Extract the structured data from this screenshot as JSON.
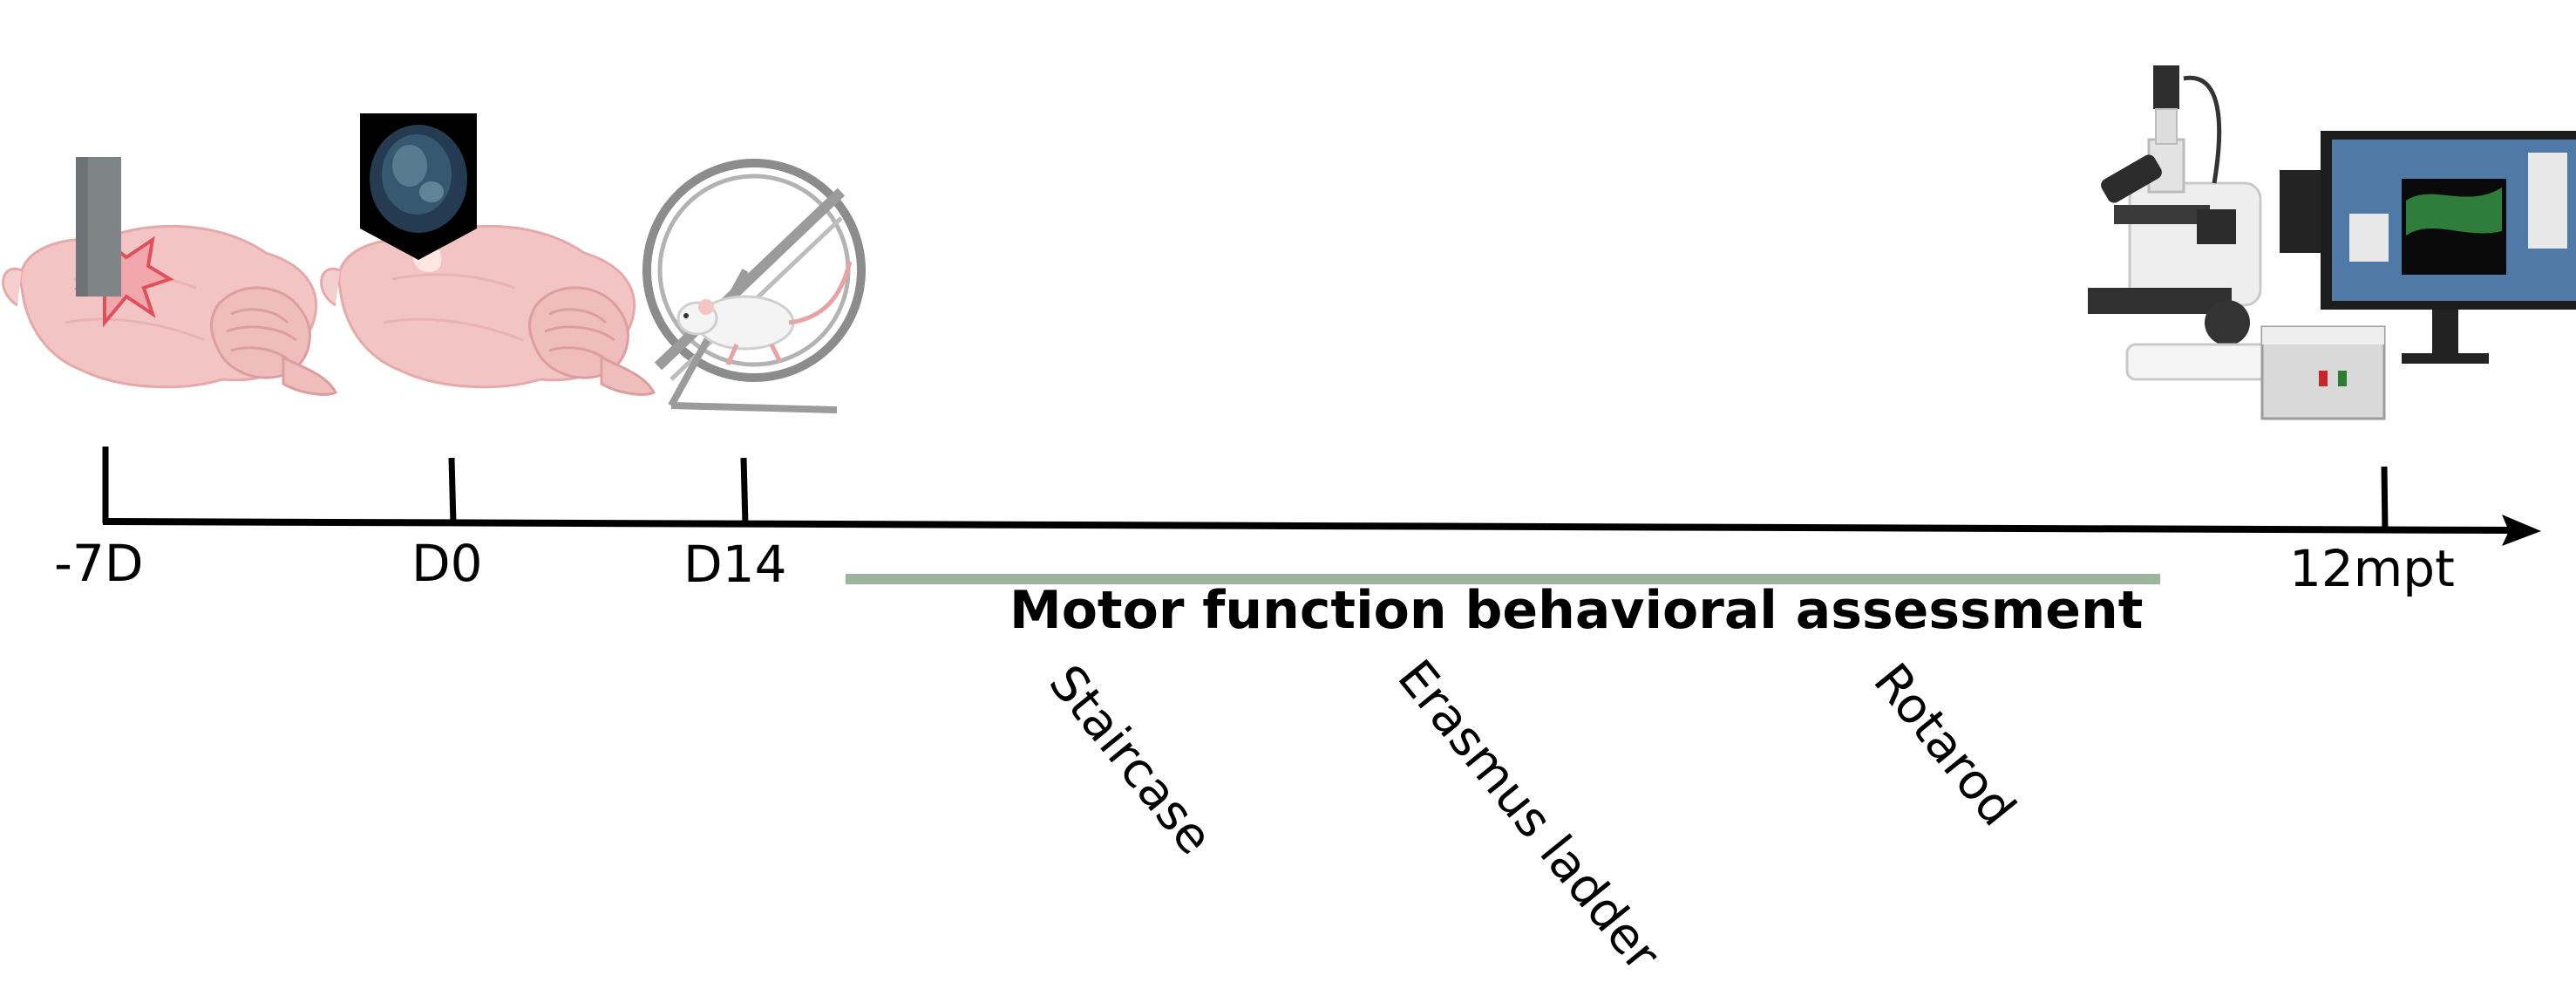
{
  "timeline": {
    "ticks": [
      {
        "id": "tick-minus7d",
        "label": "-7D",
        "icon": "brain-lesion-icon"
      },
      {
        "id": "tick-d0",
        "label": "D0",
        "icon": "brain-mri-icon"
      },
      {
        "id": "tick-d14",
        "label": "D14",
        "icon": "mouse-running-wheel-icon"
      },
      {
        "id": "tick-12mpt",
        "label": "12mpt",
        "icon": "microscope-computer-icon"
      }
    ]
  },
  "assessment": {
    "title": "Motor function behavioral assessment",
    "bar_color": "#9cb59c",
    "tests": [
      "Staircase",
      "Erasmus ladder",
      "Rotarod"
    ]
  },
  "colors": {
    "brain": "#f2c4c4",
    "lesion": "#e0505a",
    "probe": "#7f8486",
    "axis": "#000000"
  }
}
